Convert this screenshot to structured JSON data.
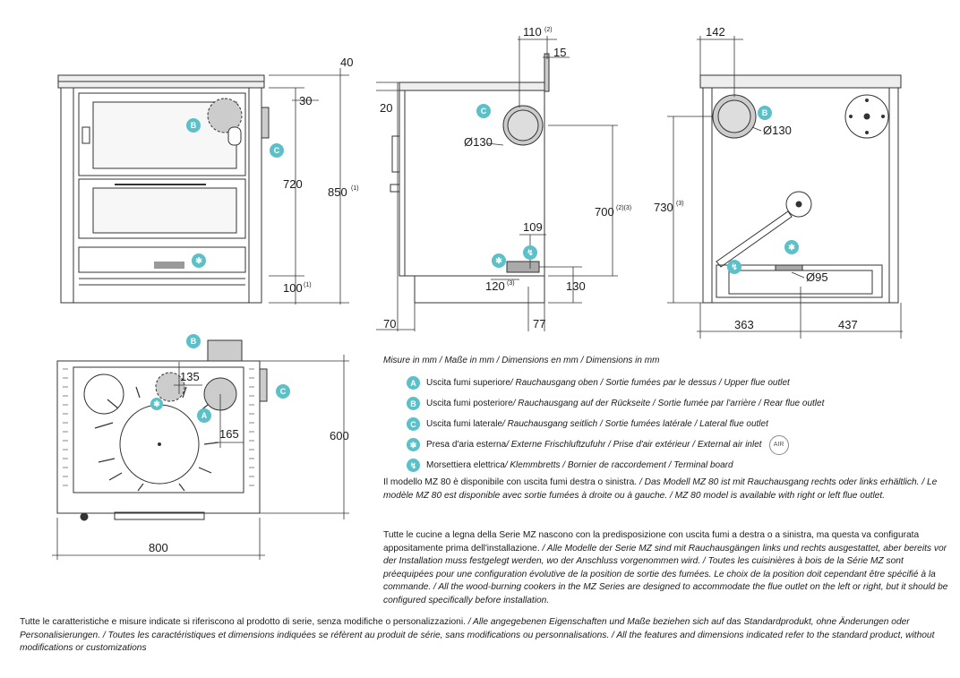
{
  "dimensions": {
    "front": {
      "top_40": "40",
      "flue_30": "30",
      "height_720": "720",
      "height_850": "850",
      "height_850_sup": "(1)",
      "base_100": "100",
      "base_100_sup": "(1)"
    },
    "side": {
      "d110": "110",
      "d110_sup": "(2)",
      "d15": "15",
      "d20": "20",
      "flue_dia": "Ø130",
      "h700": "700",
      "h700_sup": "(2)(3)",
      "d109": "109",
      "d120": "120",
      "d120_sup": "(3)",
      "d130": "130",
      "d70": "70",
      "d77": "77"
    },
    "back": {
      "d142": "142",
      "flue_dia": "Ø130",
      "h730": "730",
      "h730_sup": "(3)",
      "inlet_dia": "Ø95",
      "d363": "363",
      "d437": "437"
    },
    "top": {
      "d135": "135",
      "d165": "165",
      "d600": "600",
      "d800": "800"
    }
  },
  "badges": {
    "a": "A",
    "b": "B",
    "c": "C"
  },
  "legend": {
    "heading": "Misure in mm / Maße in mm / Dimensions en mm / Dimensions in mm",
    "items": [
      {
        "badge": "A",
        "main": "Uscita fumi superiore",
        "rest": " / Rauchausgang oben / Sortie fumées par le dessus / Upper flue outlet"
      },
      {
        "badge": "B",
        "main": "Uscita fumi posteriore",
        "rest": " / Rauchausgang auf der Rückseite / Sortie fumée par l'arrière / Rear flue outlet"
      },
      {
        "badge": "C",
        "main": "Uscita fumi laterale",
        "rest": " / Rauchausgang seitlich / Sortie fumées latérale / Lateral flue outlet"
      },
      {
        "badge": "✱",
        "main": "Presa d'aria esterna",
        "rest": " / Externe Frischluftzufuhr / Prise d'air extérieur / External air inlet"
      },
      {
        "badge": "↯",
        "main": "Morsettiera elettrica",
        "rest": " / Klemmbretts / Bornier de raccordement / Terminal board"
      }
    ],
    "air_icon_text": "AIR"
  },
  "notes": {
    "p1_main": "Il modello MZ 80 è disponibile con uscita fumi destra o sinistra.",
    "p1_rest": " / Das Modell MZ 80 ist mit Rauchausgang rechts oder links erhältlich. / Le modèle MZ 80 est disponible avec sortie fumées à droite ou à gauche. / MZ 80 model is available with right or left flue outlet.",
    "p2_main": "Tutte le cucine a legna della Serie MZ nascono con la predisposizione con uscita fumi a destra o a sinistra, ma questa va configurata appositamente prima dell'installazione.",
    "p2_rest": " / Alle Modelle der Serie MZ sind mit Rauchausgängen links und rechts ausgestattet, aber bereits vor der Installation muss festgelegt werden, wo der Anschluss vorgenommen wird. / Toutes les cuisinières à bois de la Série MZ sont préequipées pour une configuration évolutive de la position de sortie des fumées. Le choix de la position doit cependant être spécifié à la commande. / All the wood-burning cookers in the MZ Series are designed to accommodate the flue outlet on the left or right, but it should be configured specifically before installation.",
    "p3_main": "Tutte le caratteristiche e misure indicate si riferiscono al prodotto di serie, senza modifiche o personalizzazioni.",
    "p3_rest": " / Alle angegebenen Eigenschaften und Maße beziehen sich auf das Standardprodukt, ohne Änderungen oder Personalisierungen. / Toutes les caractéristiques et dimensions indiquées se réfèrent au produit de série, sans modifications ou personnalisations. / All the features and dimensions indicated refer to the standard product, without modifications or customizations"
  },
  "colors": {
    "line": "#333333",
    "badge": "#5bc0c8",
    "flue_fill": "#cccccc",
    "top_plate": "#eeeeee"
  }
}
